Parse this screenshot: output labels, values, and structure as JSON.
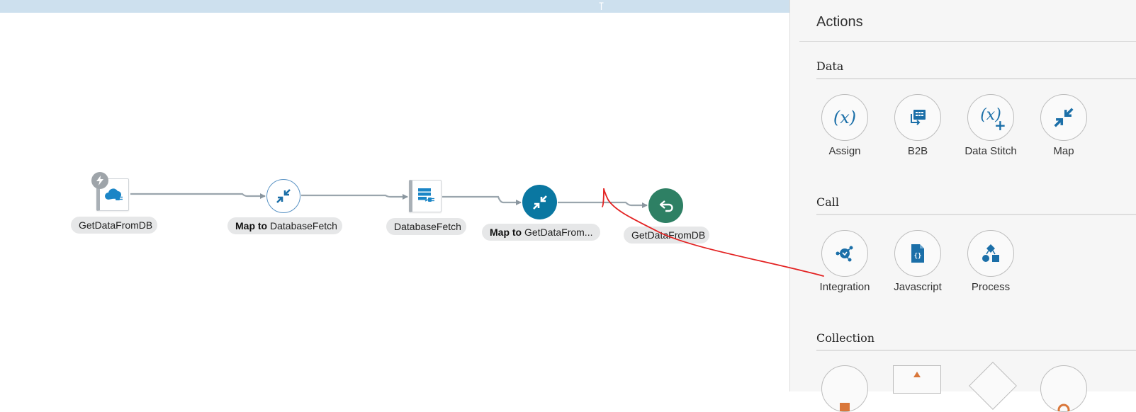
{
  "flow": {
    "nodes": [
      {
        "label_plain": "GetDataFromDB",
        "type": "trigger",
        "icon": "cloud-plug-icon"
      },
      {
        "label_bold": "Map to",
        "label_plain": "DatabaseFetch",
        "type": "map",
        "icon": "map-arrows-icon"
      },
      {
        "label_plain": "DatabaseFetch",
        "type": "invoke",
        "icon": "database-plug-icon"
      },
      {
        "label_bold": "Map to",
        "label_plain": "GetDataFrom...",
        "type": "map-selected",
        "icon": "map-arrows-icon"
      },
      {
        "label_plain": "GetDataFromDB",
        "type": "return",
        "icon": "return-arrow-icon"
      }
    ]
  },
  "panel": {
    "title": "Actions",
    "sections": [
      {
        "title": "Data",
        "items": [
          {
            "label": "Assign",
            "icon": "variable-x-icon"
          },
          {
            "label": "B2B",
            "icon": "b2b-document-icon"
          },
          {
            "label": "Data Stitch",
            "icon": "variable-x-plus-icon"
          },
          {
            "label": "Map",
            "icon": "map-arrows-icon"
          }
        ]
      },
      {
        "title": "Call",
        "items": [
          {
            "label": "Integration",
            "icon": "integration-icon"
          },
          {
            "label": "Javascript",
            "icon": "javascript-file-icon"
          },
          {
            "label": "Process",
            "icon": "process-shapes-icon"
          }
        ]
      },
      {
        "title": "Collection",
        "items": []
      }
    ]
  },
  "colors": {
    "accent_blue": "#0a77a1",
    "return_green": "#2e8064",
    "annotation_red": "#e32222",
    "topbar": "#cde0ee"
  }
}
